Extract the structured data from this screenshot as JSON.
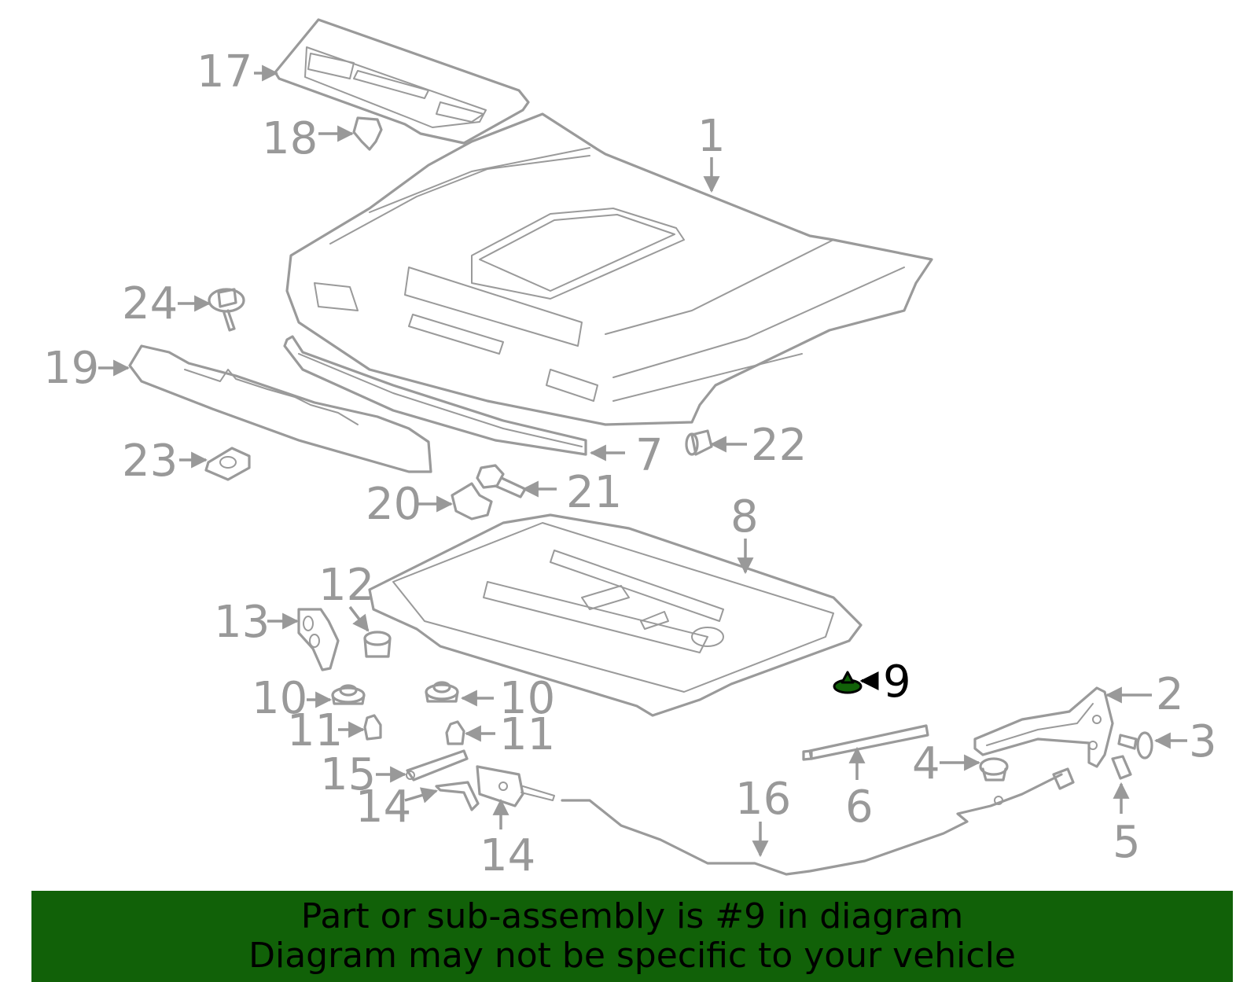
{
  "callouts": [
    {
      "id": "17",
      "label": "17"
    },
    {
      "id": "18",
      "label": "18"
    },
    {
      "id": "1",
      "label": "1"
    },
    {
      "id": "24",
      "label": "24"
    },
    {
      "id": "19",
      "label": "19"
    },
    {
      "id": "22",
      "label": "22"
    },
    {
      "id": "7",
      "label": "7"
    },
    {
      "id": "23",
      "label": "23"
    },
    {
      "id": "21",
      "label": "21"
    },
    {
      "id": "20",
      "label": "20"
    },
    {
      "id": "8",
      "label": "8"
    },
    {
      "id": "12",
      "label": "12"
    },
    {
      "id": "13",
      "label": "13"
    },
    {
      "id": "9",
      "label": "9",
      "highlight": true
    },
    {
      "id": "10a",
      "label": "10"
    },
    {
      "id": "10b",
      "label": "10"
    },
    {
      "id": "2",
      "label": "2"
    },
    {
      "id": "3",
      "label": "3"
    },
    {
      "id": "11a",
      "label": "11"
    },
    {
      "id": "11b",
      "label": "11"
    },
    {
      "id": "15",
      "label": "15"
    },
    {
      "id": "4",
      "label": "4"
    },
    {
      "id": "14a",
      "label": "14"
    },
    {
      "id": "14b",
      "label": "14"
    },
    {
      "id": "6",
      "label": "6"
    },
    {
      "id": "16",
      "label": "16"
    },
    {
      "id": "5",
      "label": "5"
    }
  ],
  "banner": {
    "line1": "Part or sub-assembly is #9 in diagram",
    "line2": "Diagram may not be specific to your vehicle"
  },
  "colors": {
    "drawing": "#9a9a9a",
    "highlight_part": "#116108",
    "banner_background": "#116108",
    "banner_text": "#000000"
  }
}
